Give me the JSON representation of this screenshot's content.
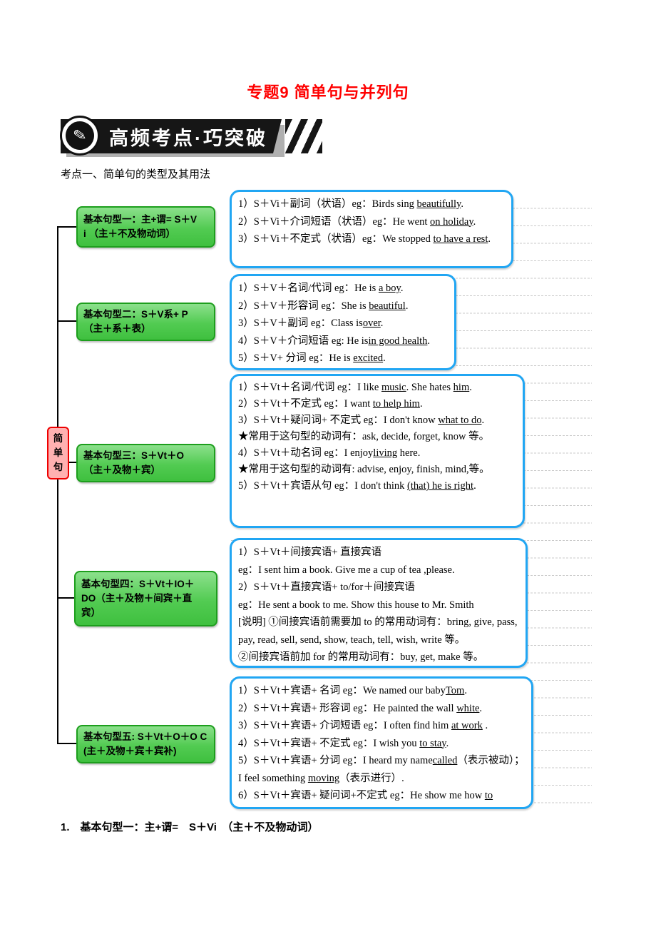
{
  "page": {
    "title": "专题9 简单句与并列句",
    "section_heading": "考点一、简单句的类型及其用法",
    "footer_item": "1.　基本句型一：主+谓=　S＋Vi　（主＋不及物动词）"
  },
  "banner": {
    "label": "高频考点·巧突破"
  },
  "icons": {
    "badge": "✎"
  },
  "colors": {
    "title_red": "#ff0000",
    "green_fill": "#52cb52",
    "green_border": "#1d9e1d",
    "blue_border": "#21a6f3",
    "root_fill": "#ffb1b1",
    "root_border": "#ee0000",
    "banner_black": "#161616"
  },
  "mindmap": {
    "root_label": "简单句",
    "branches": [
      {
        "label_lines": [
          "基本句型一：主+谓= S＋V",
          "i （主＋不及物动词）"
        ],
        "content": [
          [
            {
              "t": "1）S＋Vi＋副词（状语）eg：Birds sing "
            },
            {
              "t": "beautifully",
              "u": true
            },
            {
              "t": "."
            }
          ],
          [
            {
              "t": "2）S＋Vi＋介词短语（状语）eg：He went "
            },
            {
              "t": "on holiday",
              "u": true
            },
            {
              "t": "."
            }
          ],
          [
            {
              "t": "3）S＋Vi＋不定式（状语）eg：We stopped "
            },
            {
              "t": "to have a rest",
              "u": true
            },
            {
              "t": "."
            }
          ]
        ]
      },
      {
        "label_lines": [
          "基本句型二：S＋V系+ P",
          "（主＋系＋表）"
        ],
        "content": [
          [
            {
              "t": "1）S＋V＋名词/代词  eg：He is "
            },
            {
              "t": "a boy",
              "u": true
            },
            {
              "t": "."
            }
          ],
          [
            {
              "t": "2）S＋V＋形容词  eg：She is "
            },
            {
              "t": "beautiful",
              "u": true
            },
            {
              "t": "."
            }
          ],
          [
            {
              "t": "3）S＋V＋副词  eg：Class is"
            },
            {
              "t": "over",
              "u": true
            },
            {
              "t": "."
            }
          ],
          [
            {
              "t": "4）S＋V＋介词短语  eg: He is"
            },
            {
              "t": "in good health",
              "u": true
            },
            {
              "t": "."
            }
          ],
          [
            {
              "t": "5）S＋V+ 分词  eg：He is "
            },
            {
              "t": "excited",
              "u": true
            },
            {
              "t": "."
            }
          ]
        ]
      },
      {
        "label_lines": [
          "基本句型三：S＋Vt＋O",
          "（主＋及物＋宾）"
        ],
        "content": [
          [
            {
              "t": "1）S＋Vt＋名词/代词  eg：I like "
            },
            {
              "t": "music",
              "u": true
            },
            {
              "t": ".  She hates "
            },
            {
              "t": "him",
              "u": true
            },
            {
              "t": "."
            }
          ],
          [
            {
              "t": "2）S＋Vt＋不定式  eg：I want "
            },
            {
              "t": "to help him",
              "u": true
            },
            {
              "t": "."
            }
          ],
          [
            {
              "t": "3）S＋Vt＋疑问词+ 不定式  eg：I don't know "
            },
            {
              "t": "what to do",
              "u": true
            },
            {
              "t": "."
            }
          ],
          [
            {
              "t": "★常用于这句型的动词有：ask, decide, forget,  know 等。"
            }
          ],
          [
            {
              "t": "4）S＋Vt＋动名词  eg：I enjoy"
            },
            {
              "t": "living",
              "u": true
            },
            {
              "t": " here."
            }
          ],
          [
            {
              "t": "★常用于这句型的动词有: advise, enjoy, finish, mind,等。"
            }
          ],
          [
            {
              "t": "5）S＋Vt＋宾语从句 eg：I don't think "
            },
            {
              "t": "(that) he is right",
              "u": true
            },
            {
              "t": "."
            }
          ]
        ]
      },
      {
        "label_lines": [
          "基本句型四：S＋Vt＋IO＋",
          "DO（主＋及物＋间宾＋直",
          "宾）"
        ],
        "content": [
          [
            {
              "t": "1）S＋Vt＋间接宾语+ 直接宾语"
            }
          ],
          [
            {
              "t": "eg：I sent him a book.  Give me a cup of tea ,please."
            }
          ],
          [
            {
              "t": "2）S＋Vt＋直接宾语+ to/for＋间接宾语"
            }
          ],
          [
            {
              "t": "eg：He sent a book to me.  Show this house to Mr. Smith"
            }
          ],
          [
            {
              "t": "[说明] ①间接宾语前需要加 to 的常用动词有：bring, give, pass, pay, read, sell, send, show, teach, tell, wish, write 等。"
            }
          ],
          [
            {
              "t": "②间接宾语前加 for 的常用动词有：buy, get, make  等。"
            }
          ]
        ]
      },
      {
        "label_lines": [
          "基本句型五: S＋Vt＋O＋O C",
          "(主＋及物＋宾＋宾补)"
        ],
        "content": [
          [
            {
              "t": "1）S＋Vt＋宾语+ 名词  eg：We named our baby"
            },
            {
              "t": "Tom",
              "u": true
            },
            {
              "t": "."
            }
          ],
          [
            {
              "t": "2）S＋Vt＋宾语+ 形容词 eg：He painted the wall "
            },
            {
              "t": "white",
              "u": true
            },
            {
              "t": "."
            }
          ],
          [
            {
              "t": "3）S＋Vt＋宾语+ 介词短语 eg：I often find him "
            },
            {
              "t": "at work",
              "u": true
            },
            {
              "t": " ."
            }
          ],
          [
            {
              "t": "4）S＋Vt＋宾语+ 不定式 eg：I wish you "
            },
            {
              "t": "to stay",
              "u": true
            },
            {
              "t": "."
            }
          ],
          [
            {
              "t": "5）S＋Vt＋宾语+ 分词 eg：I heard my name"
            },
            {
              "t": "called",
              "u": true
            },
            {
              "t": "（表示被动）；I feel something "
            },
            {
              "t": "moving",
              "u": true
            },
            {
              "t": "（表示进行）."
            }
          ],
          [
            {
              "t": "6）S＋Vt＋宾语+ 疑问词+不定式 eg：He show me how "
            },
            {
              "t": "to",
              "u": true
            },
            {
              "t": " "
            }
          ]
        ]
      }
    ]
  }
}
